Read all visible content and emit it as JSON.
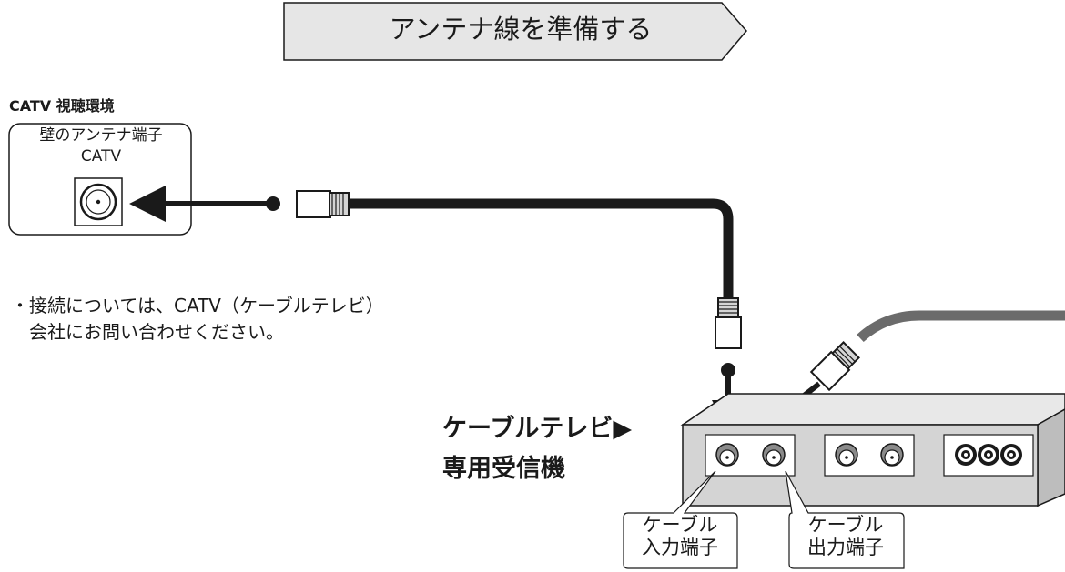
{
  "banner": {
    "title": "アンテナ線を準備する"
  },
  "environment": {
    "label": "CATV 視聴環境",
    "wall_terminal": {
      "line1": "壁のアンテナ端子",
      "line2": "CATV"
    }
  },
  "note": {
    "line1": "・接続については、CATV（ケーブルテレビ）",
    "line2": "会社にお問い合わせください。"
  },
  "receiver": {
    "line1": "ケーブルテレビ▶",
    "line2": "専用受信機"
  },
  "callouts": {
    "cable_in": {
      "line1": "ケーブル",
      "line2": "入力端子"
    },
    "cable_out": {
      "line1": "ケーブル",
      "line2": "出力端子"
    }
  },
  "colors": {
    "ink": "#1a1a1a",
    "gray_fill": "#d4d4d4",
    "dark_cable": "#6b6b6b"
  },
  "icons": [
    "f-connector-icon",
    "arrow-icon",
    "coax-terminal-icon",
    "rca-jack-icon"
  ]
}
